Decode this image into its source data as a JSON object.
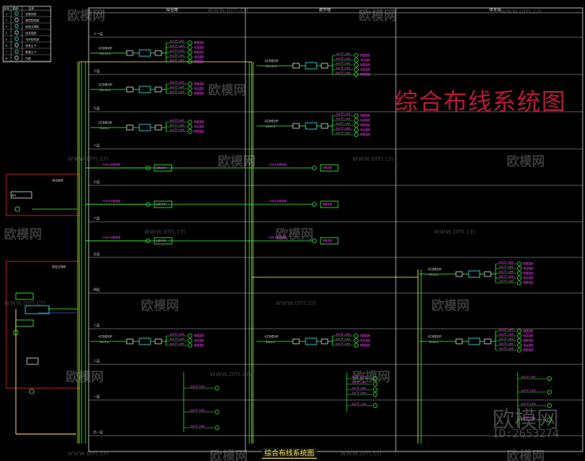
{
  "title_main": "综合布线系统图",
  "title_bottom": "综合布线系统图",
  "watermark": {
    "brand": "欧模网",
    "url": "www.om.cn",
    "id_label": "ID:2653274"
  },
  "column_headers": [
    "综合楼",
    "教学楼",
    "体育馆"
  ],
  "floor_labels": [
    "十一层",
    "十层",
    "九层",
    "八层",
    "七层",
    "六层",
    "五层",
    "四层",
    "三层",
    "二层",
    "一层",
    "负一层"
  ],
  "legend": {
    "header": [
      "序号",
      "图例",
      "名称"
    ],
    "rows": [
      {
        "no": "1",
        "name": "总配线架"
      },
      {
        "no": "2",
        "name": "楼层配线架"
      },
      {
        "no": "3",
        "name": "网络交换机"
      },
      {
        "no": "4",
        "name": "信息插座"
      },
      {
        "no": "5",
        "name": "光纤配线架"
      },
      {
        "no": "6",
        "name": "语音主干"
      },
      {
        "no": "7",
        "name": "数据主干"
      },
      {
        "no": "8",
        "name": "光缆"
      }
    ]
  },
  "labels": {
    "fd": [
      "FD-11-1",
      "FD-10-1",
      "FD-9-1",
      "FD-8-1",
      "FD-10-2",
      "FD-9-2",
      "FD-3-1",
      "FD-3-2",
      "FD-4-3",
      "FD-2-3"
    ],
    "link": "4芯多模光纤",
    "cable": "25对大对数电缆",
    "utp": "4xUTP Cat6",
    "tel": "电话插座",
    "info": "数据插座",
    "rack": "设备机柜",
    "cd": "综合配线",
    "pbx": "程控交换机",
    "bd": "BD"
  }
}
